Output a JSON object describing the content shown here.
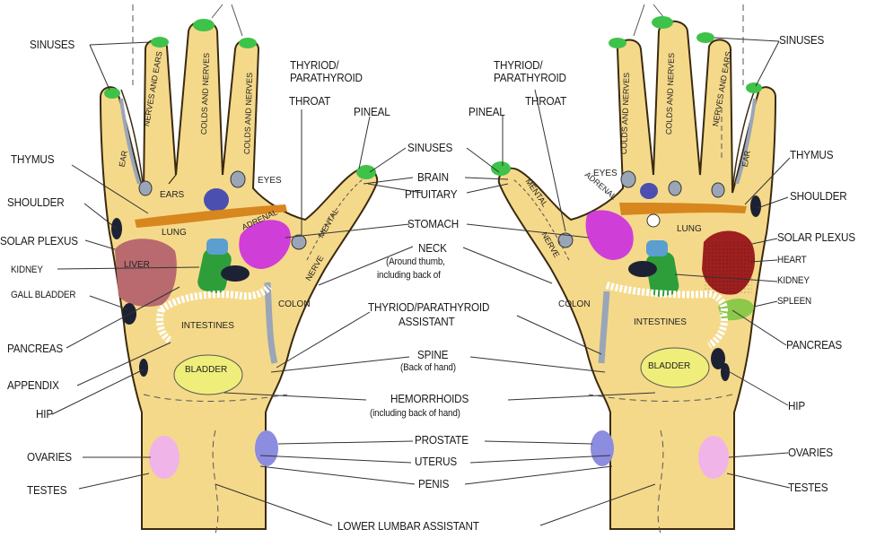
{
  "labels": {
    "sinuses": "SINUSES",
    "thymus": "THYMUS",
    "shoulder": "SHOULDER",
    "solar_plexus": "SOLAR PLEXUS",
    "kidney": "KIDNEY",
    "gall_bladder": "GALL BLADDER",
    "pancreas": "PANCREAS",
    "appendix": "APPENDIX",
    "hip": "HIP",
    "ovaries": "OVARIES",
    "testes": "TESTES",
    "thyroid_parathyroid": "THYRIOD/ PARATHYROID",
    "throat": "THROAT",
    "pineal": "PINEAL",
    "brain": "BRAIN",
    "pituitary": "PITUITARY",
    "stomach": "STOMACH",
    "neck": "NECK",
    "neck_note1": "(Around thumb,",
    "neck_note2": "including back of",
    "thyroid_assistant": "THYRIOD/PARATHYROID",
    "thyroid_assistant2": "ASSISTANT",
    "spine": "SPINE",
    "spine_note": "(Back of hand)",
    "hemorrhoids": "HEMORRHOIDS",
    "hemorrhoids_note": "(including back of  hand)",
    "prostate": "PROSTATE",
    "uterus": "UTERUS",
    "penis": "PENIS",
    "lower_lumbar": "LOWER LUMBAR ASSISTANT",
    "heart": "HEART",
    "spleen": "SPLEEN"
  },
  "inner": {
    "ear": "EAR",
    "nerves_and_ears": "NERVES AND EARS",
    "colds_and_nerves": "COLDS AND NERVES",
    "ears": "EARS",
    "eyes": "EYES",
    "lung": "LUNG",
    "adrenal": "ADRENAL",
    "liver": "LIVER",
    "mental": "MENTAL",
    "nerve": "NERVE",
    "colon": "COLON",
    "intestines": "INTESTINES",
    "bladder": "BLADDER"
  },
  "colors": {
    "skin": "#f5d98a",
    "outline": "#3a2a10",
    "fingertip": "#3fc24a",
    "eyes": "#4a4fb0",
    "lung_bar": "#d8861e",
    "adrenal": "#d03ed8",
    "liver": "#b96a6e",
    "kidney": "#2e9e3a",
    "heart": "#9e1f1f",
    "spleen": "#8cc84a",
    "bladder": "#f0ee7a",
    "ovaries": "#f0b4e8",
    "prostate": "#8c8ce0",
    "dark": "#1c2233",
    "nerve_grey": "#9aa6b8",
    "neck_blue": "#5a9fd0"
  }
}
